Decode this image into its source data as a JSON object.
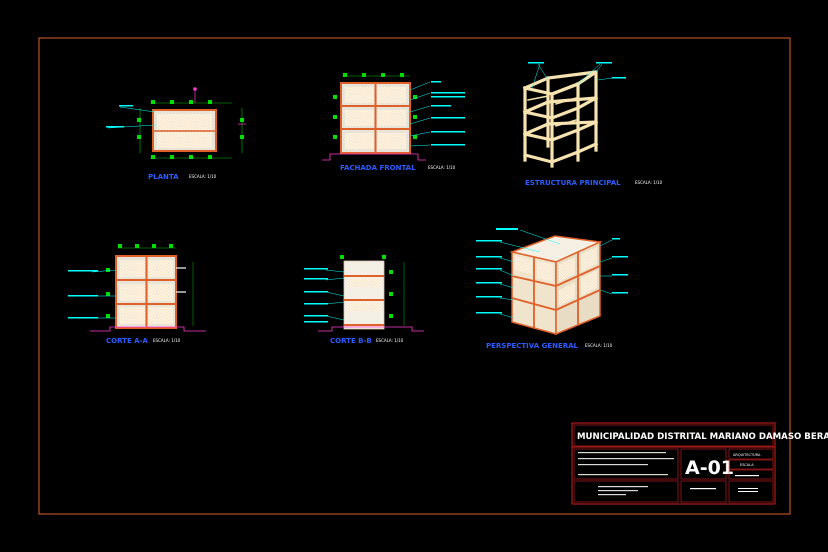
{
  "drawing": {
    "views": [
      {
        "id": "planta",
        "title": "PLANTA",
        "scale": "ESCALA: 1/10"
      },
      {
        "id": "fachada-frontal",
        "title": "FACHADA FRONTAL",
        "scale": "ESCALA: 1/10"
      },
      {
        "id": "estructura-principal",
        "title": "ESTRUCTURA PRINCIPAL",
        "scale": "ESCALA: 1/10"
      },
      {
        "id": "corte-a-a",
        "title": "CORTE A-A",
        "scale": "ESCALA: 1/10"
      },
      {
        "id": "corte-b-b",
        "title": "CORTE B-B",
        "scale": "ESCALA: 1/10"
      },
      {
        "id": "perspectiva-general",
        "title": "PERSPECTIVA GENERAL",
        "scale": "ESCALA: 1/10"
      }
    ],
    "annotation_color": "#00ffff",
    "label_color": "#2a5cff",
    "frame_color": "#e0602a"
  },
  "title_block": {
    "institution": "MUNICIPALIDAD DISTRITAL MARIANO DAMASO BERAUN",
    "sheet_code": "A-01",
    "specialty": "ARQUITECTURA",
    "scale": "ESCALA",
    "border_color": "#ff2a2a"
  }
}
